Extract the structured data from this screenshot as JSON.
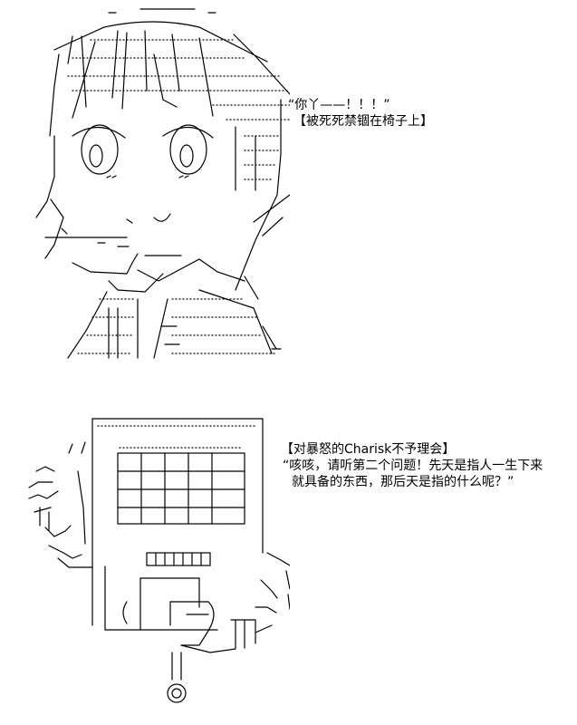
{
  "panel_top": {
    "speech": "“你丫——！！！”",
    "narration": "【被死死禁锢在椅子上】"
  },
  "panel_bottom": {
    "narration": "【对暴怒的Charisk不予理会】",
    "speech_line_1": "“咳咳，请听第二个问题！先天是指人一生下来",
    "speech_line_2": "就具备的东西，那后天是指的什么呢？”"
  },
  "colors": {
    "ink": "#000000",
    "background": "#ffffff"
  }
}
